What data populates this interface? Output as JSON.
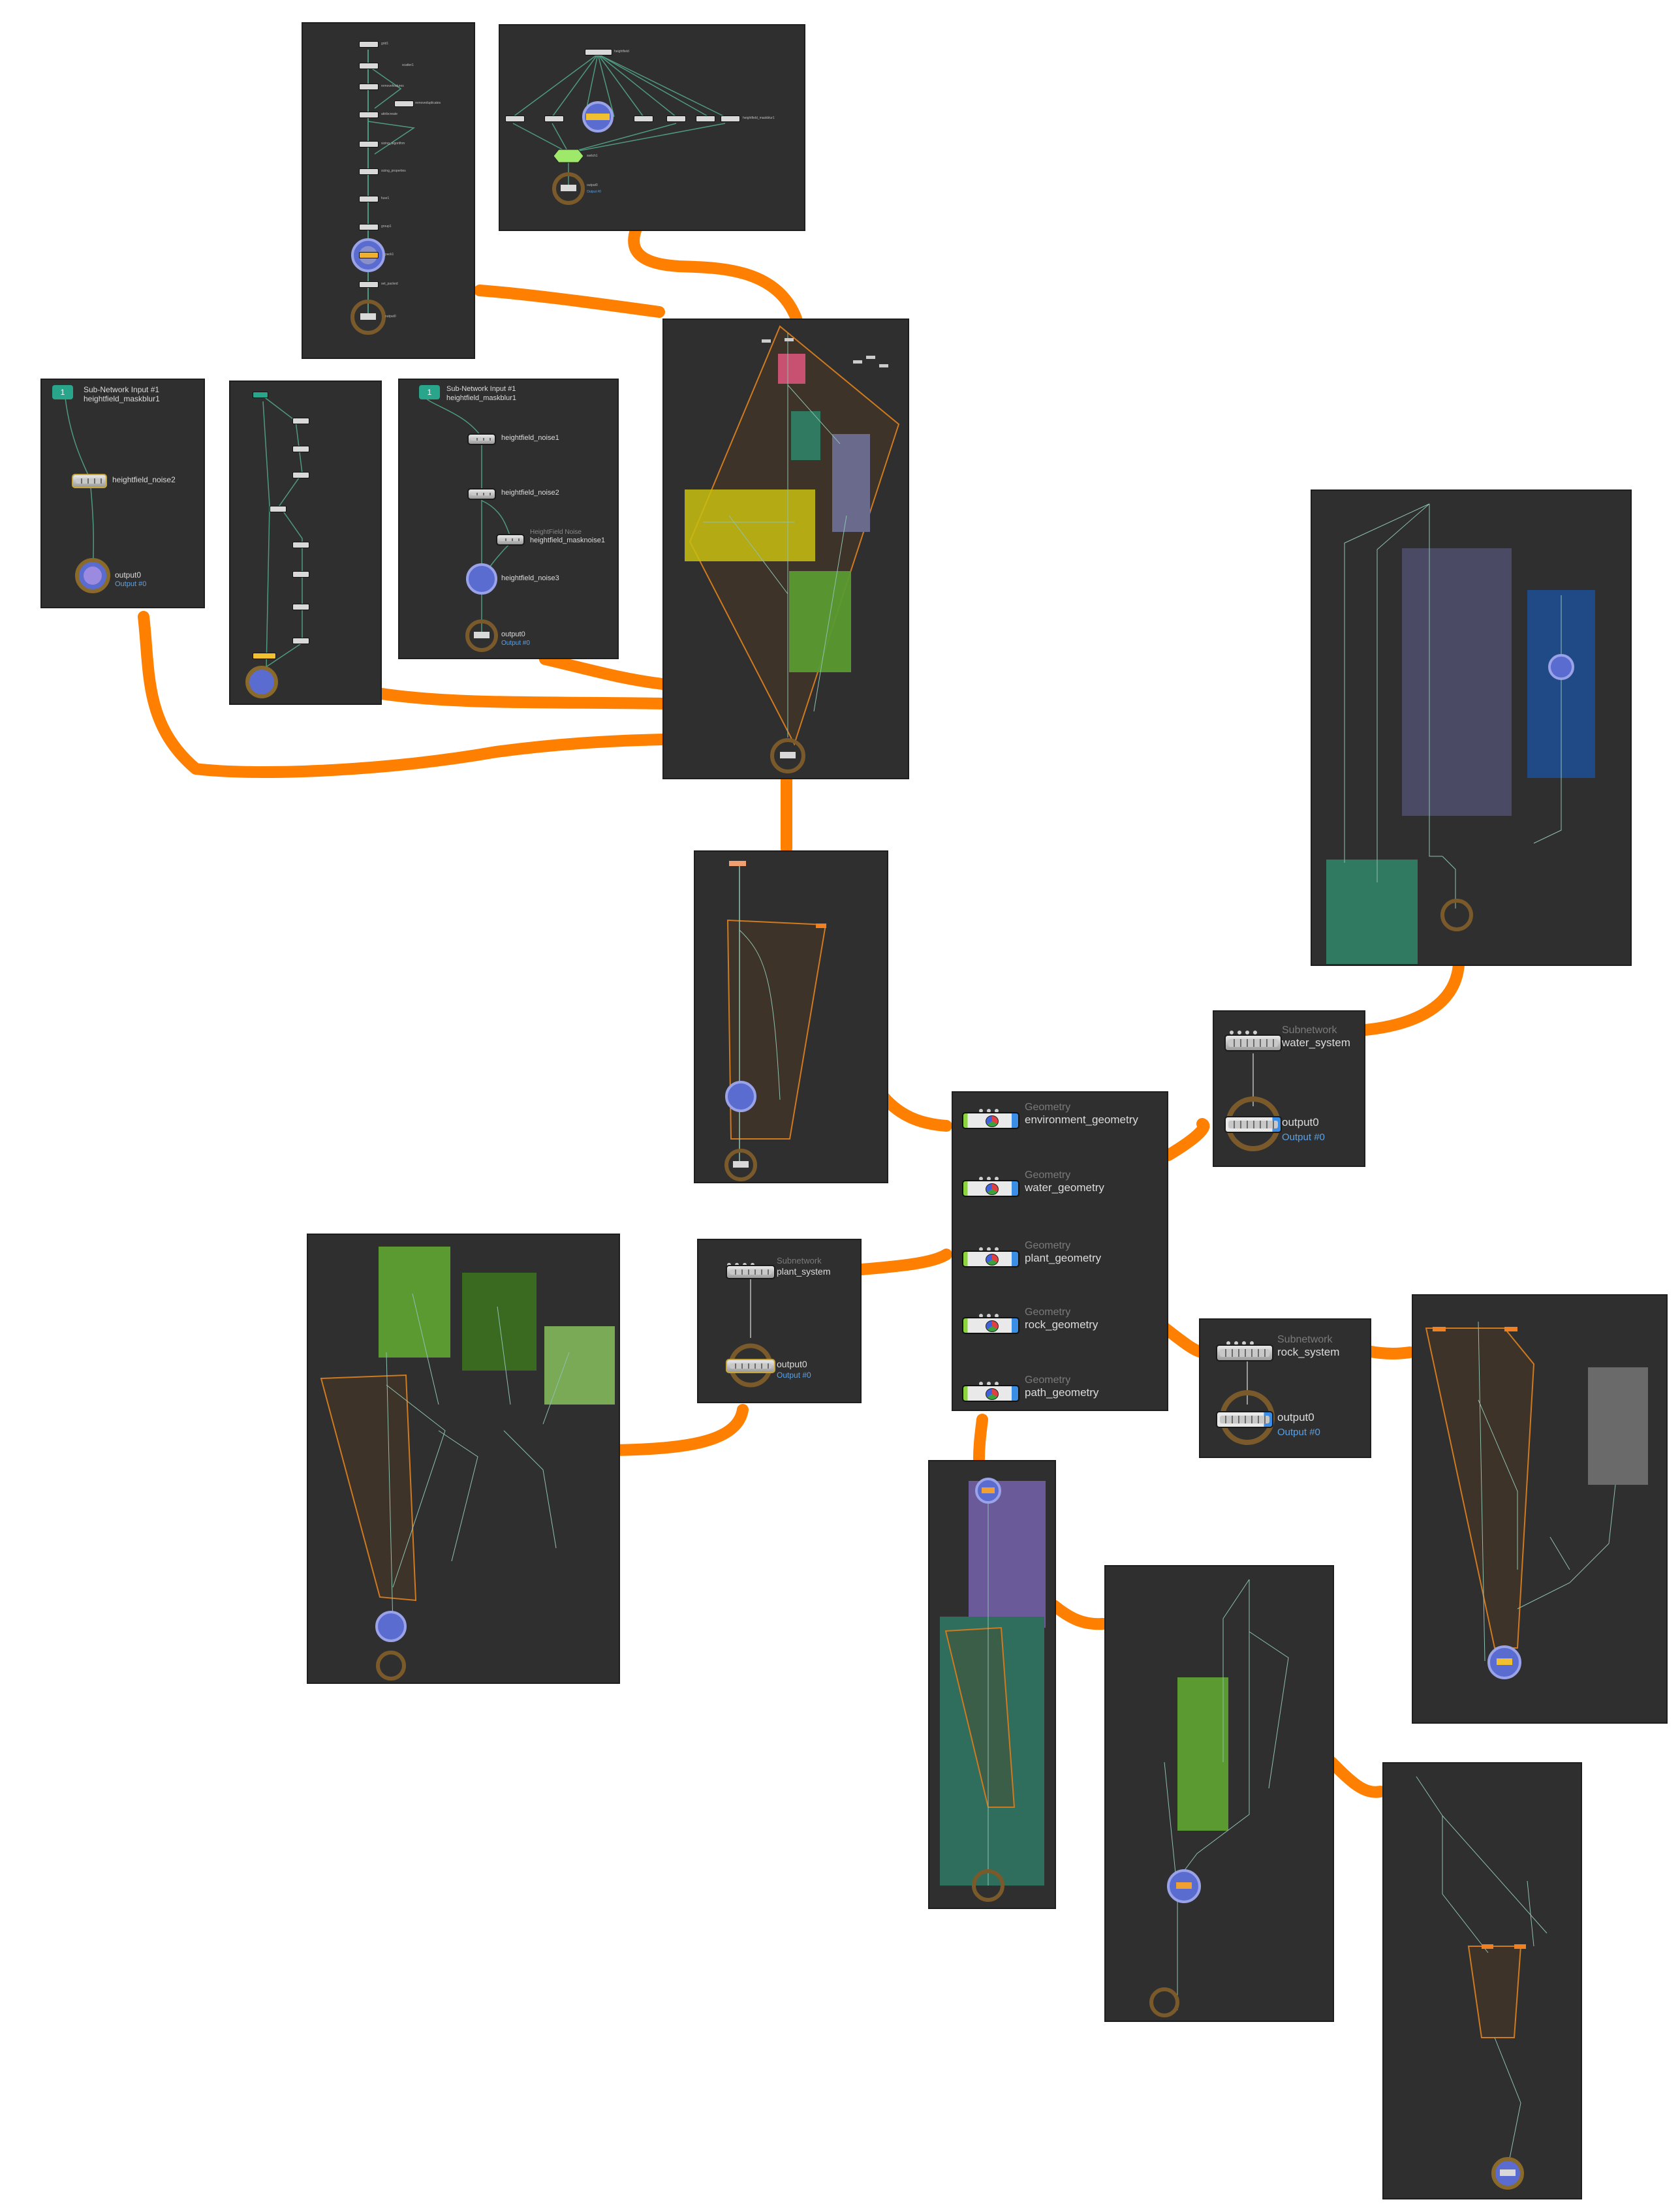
{
  "main_network": {
    "nodes": [
      {
        "category": "Geometry",
        "name": "environment_geometry"
      },
      {
        "category": "Geometry",
        "name": "water_geometry"
      },
      {
        "category": "Geometry",
        "name": "plant_geometry"
      },
      {
        "category": "Geometry",
        "name": "rock_geometry"
      },
      {
        "category": "Geometry",
        "name": "path_geometry"
      }
    ]
  },
  "water_system": {
    "category": "Subnetwork",
    "name": "water_system",
    "output": "output0",
    "output_sub": "Output #0"
  },
  "plant_system": {
    "category": "Subnetwork",
    "name": "plant_system",
    "output": "output0",
    "output_sub": "Output #0"
  },
  "rock_system": {
    "category": "Subnetwork",
    "name": "rock_system",
    "output": "output0",
    "output_sub": "Output #0"
  },
  "maskblur_panel": {
    "input_badge": "1",
    "input_title": "Sub-Network Input #1",
    "input_name": "heightfield_maskblur1",
    "node": "heightfield_noise2",
    "output": "output0",
    "output_sub": "Output #0"
  },
  "noise_panel": {
    "input_badge": "1",
    "input_title": "Sub-Network Input #1",
    "input_name": "heightfield_maskblur1",
    "nodes": [
      "heightfield_noise1",
      "heightfield_noise2",
      "heightfield_masknoise1",
      "heightfield_noise3"
    ],
    "masknoise_header": "HeightField Noise",
    "output": "output0",
    "output_sub": "Output #0"
  },
  "top_left_panel": {
    "labels": [
      "grid1",
      "scatter1",
      "removefeatures",
      "attribcreate",
      "removeduplicates",
      "sizing_algorithm",
      "sizing_properties",
      "fuse1",
      "group1",
      "pack1",
      "set_packed",
      "output0"
    ]
  },
  "top_mid_panel": {
    "labels": [
      "heightfield",
      "heightfield_maskblur1",
      "switch1",
      "output0",
      "Output #0"
    ]
  },
  "colors": {
    "panel_bg": "#2f2f2f",
    "wire_highlight": "#ff7f00",
    "network_box_yellow": "#b8b21a",
    "network_box_green": "#5a8f2f",
    "network_box_teal": "#2f6e5c",
    "network_box_purple": "#6a5a9a",
    "network_box_blue": "#2a4a7f",
    "label_blue": "#5aa2e8"
  }
}
